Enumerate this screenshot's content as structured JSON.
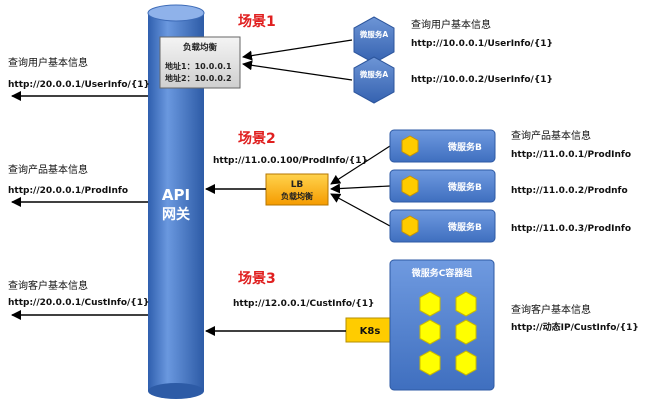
{
  "gateway": {
    "line1": "API",
    "line2": "网关"
  },
  "scenes": {
    "s1": {
      "title": "场景1",
      "lb_box": {
        "title": "负载均衡",
        "addr1": "地址1：10.0.0.1",
        "addr2": "地址2：10.0.0.2"
      },
      "services": [
        {
          "label": "微服务A",
          "desc": "查询用户基本信息",
          "url": "http://10.0.0.1/UserInfo/{1}"
        },
        {
          "label": "微服务A",
          "url": "http://10.0.0.2/UserInfo/{1}"
        }
      ],
      "left": {
        "desc": "查询用户基本信息",
        "url": "http://20.0.0.1/UserInfo/{1}"
      }
    },
    "s2": {
      "title": "场景2",
      "url": "http://11.0.0.100/ProdInfo/{1}",
      "lb": {
        "line1": "LB",
        "line2": "负载均衡"
      },
      "services": [
        {
          "label": "微服务B",
          "desc": "查询产品基本信息",
          "url": "http://11.0.0.1/ProdInfo"
        },
        {
          "label": "微服务B",
          "url": "http://11.0.0.2/Prodnfo"
        },
        {
          "label": "微服务B",
          "url": "http://11.0.0.3/ProdInfo"
        }
      ],
      "left": {
        "desc": "查询产品基本信息",
        "url": "http://20.0.0.1/ProdInfo"
      }
    },
    "s3": {
      "title": "场景3",
      "url": "http://12.0.0.1/CustInfo/{1}",
      "k8s": "K8s",
      "group_label": "微服务C容器组",
      "right": {
        "desc": "查询客户基本信息",
        "url": "http://动态IP/CustInfo/{1}"
      },
      "left": {
        "desc": "查询客户基本信息",
        "url": "http://20.0.0.1/CustInfo/{1}"
      }
    }
  },
  "colors": {
    "gateway": "#3f72c4",
    "box_blue": "#4a7cc9",
    "hex_yellow": "#ffcc00",
    "lb_orange": "#f7a600",
    "k8s_yellow": "#ffcc00",
    "title_red": "#e02020"
  }
}
